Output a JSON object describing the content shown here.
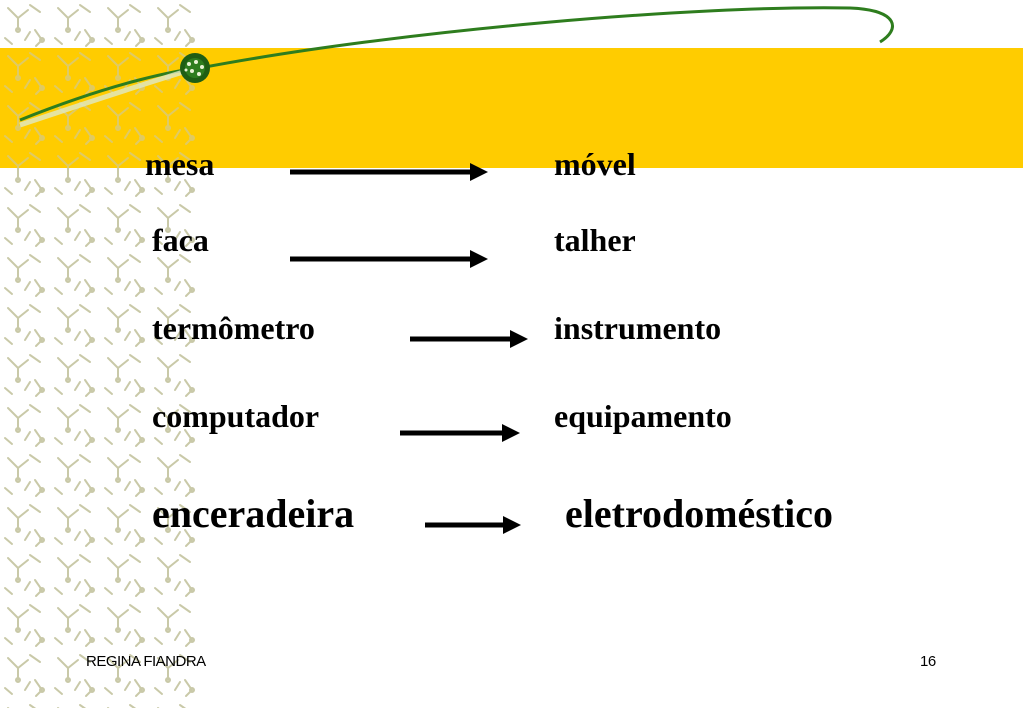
{
  "slide": {
    "pairs": [
      {
        "term": "mesa",
        "category": "móvel"
      },
      {
        "term": "faca",
        "category": "talher"
      },
      {
        "term": "termômetro",
        "category": "instrumento"
      },
      {
        "term": "computador",
        "category": "equipamento"
      },
      {
        "term": "enceradeira",
        "category": "eletrodoméstico"
      }
    ],
    "footer": {
      "author": "REGINA FIANDRA",
      "page_number": "16"
    }
  },
  "colors": {
    "banner": "#ffcc00",
    "swoosh": "#2e7d1e",
    "pattern": "#c9c9a8",
    "text": "#000000"
  }
}
